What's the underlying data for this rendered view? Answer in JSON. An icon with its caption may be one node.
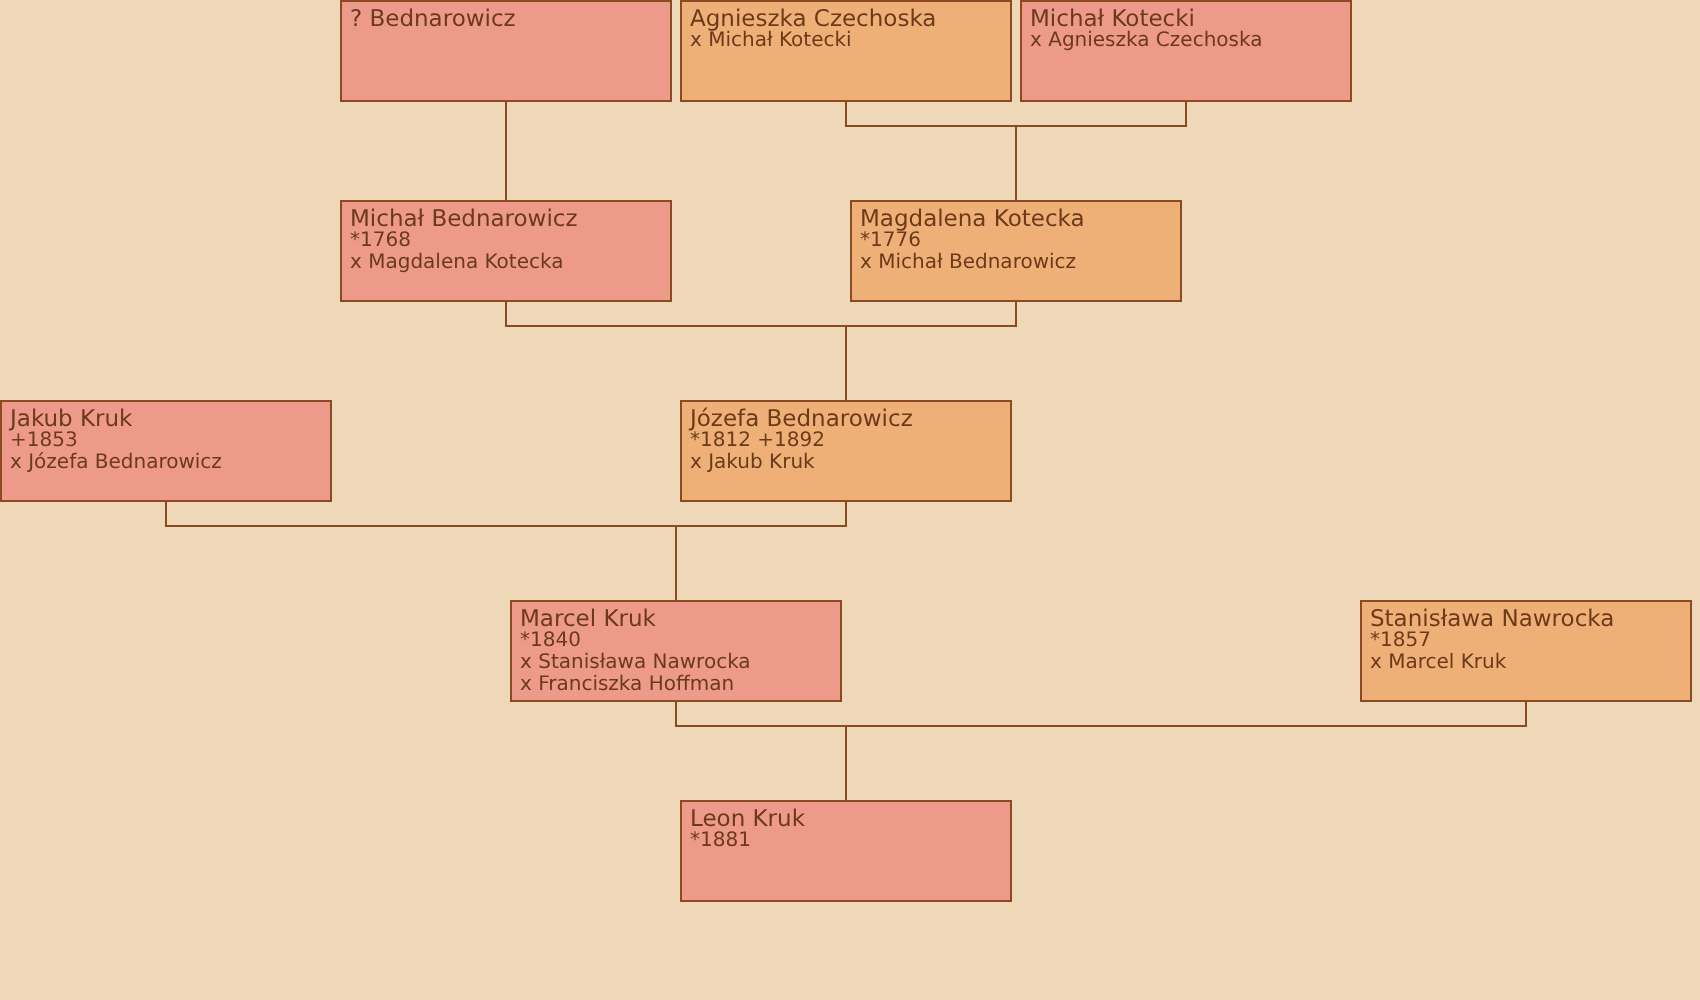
{
  "diagram": {
    "nodes": [
      {
        "text": [
          "? Bednarowicz"
        ]
      },
      {
        "text": [
          "Agnieszka Czechoska",
          "x Michał Kotecki"
        ]
      },
      {
        "text": [
          "Michał Kotecki",
          "x Agnieszka Czechoska"
        ]
      },
      {
        "text": [
          "Michał Bednarowicz",
          "*1768",
          "x Magdalena Kotecka"
        ]
      },
      {
        "text": [
          "Magdalena Kotecka",
          "*1776",
          "x Michał Bednarowicz"
        ]
      },
      {
        "text": [
          "Jakub Kruk",
          "+1853",
          "x Józefa Bednarowicz"
        ]
      },
      {
        "text": [
          "Józefa Bednarowicz",
          "*1812 +1892",
          "x Jakub Kruk"
        ]
      },
      {
        "text": [
          "Marcel Kruk",
          "*1840",
          "x Stanisława Nawrocka",
          "x Franciszka Hoffman"
        ]
      },
      {
        "text": [
          "Stanisława Nawrocka",
          "*1857",
          "x Marcel Kruk"
        ]
      },
      {
        "text": [
          "Leon Kruk",
          "*1881"
        ]
      }
    ],
    "edges": [
      {
        "from": 0,
        "to": 3,
        "arrow": "none"
      },
      {
        "from": 1,
        "to": 4,
        "arrow": "none"
      },
      {
        "from": 2,
        "to": 4,
        "arrow": "none"
      },
      {
        "from": 3,
        "to": 6,
        "arrow": "none"
      },
      {
        "from": 4,
        "to": 6,
        "arrow": "none"
      },
      {
        "from": 5,
        "to": 7,
        "arrow": "none"
      },
      {
        "from": 6,
        "to": 7,
        "arrow": "none"
      },
      {
        "from": 7,
        "to": 9,
        "arrow": "none"
      },
      {
        "from": 8,
        "to": 9,
        "arrow": "none"
      }
    ]
  }
}
